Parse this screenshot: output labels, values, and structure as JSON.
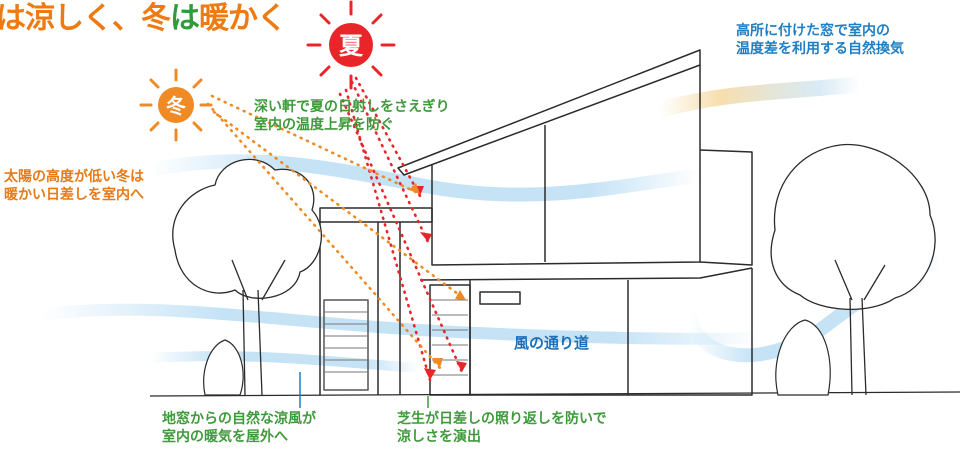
{
  "headline": {
    "prefix": "は涼しく、",
    "winter_word": "冬",
    "middle": "は",
    "warm_word": "暖かく"
  },
  "sun_labels": {
    "summer": "夏",
    "winter": "冬"
  },
  "annotations": {
    "high_window": [
      "高所に付けた窓で室内の",
      "温度差を利用する自然換気"
    ],
    "deep_eaves": [
      "深い軒で夏の日射しをさえぎり",
      "室内の温度上昇を防ぐ"
    ],
    "winter_sun": [
      "太陽の高度が低い冬は",
      "暖かい日差しを室内へ"
    ],
    "wind_path": "風の通り道",
    "ground_window": [
      "地窓からの自然な涼風が",
      "室内の暖気を屋外へ"
    ],
    "lawn": [
      "芝生が日差しの照り返しを防いで",
      "涼しさを演出"
    ]
  },
  "colors": {
    "summer_sun": "#e8262a",
    "winter_sun": "#f08a24",
    "headline_orange": "#ee7a12",
    "headline_green": "#2f9c3c",
    "text_green": "#3e9a3b",
    "text_orange": "#e77a15",
    "text_blue": "#1e7fc4",
    "wind_blue": "#bfe0f5",
    "warm_air": "#f7deae",
    "sketch_line": "#2b2b2b"
  }
}
